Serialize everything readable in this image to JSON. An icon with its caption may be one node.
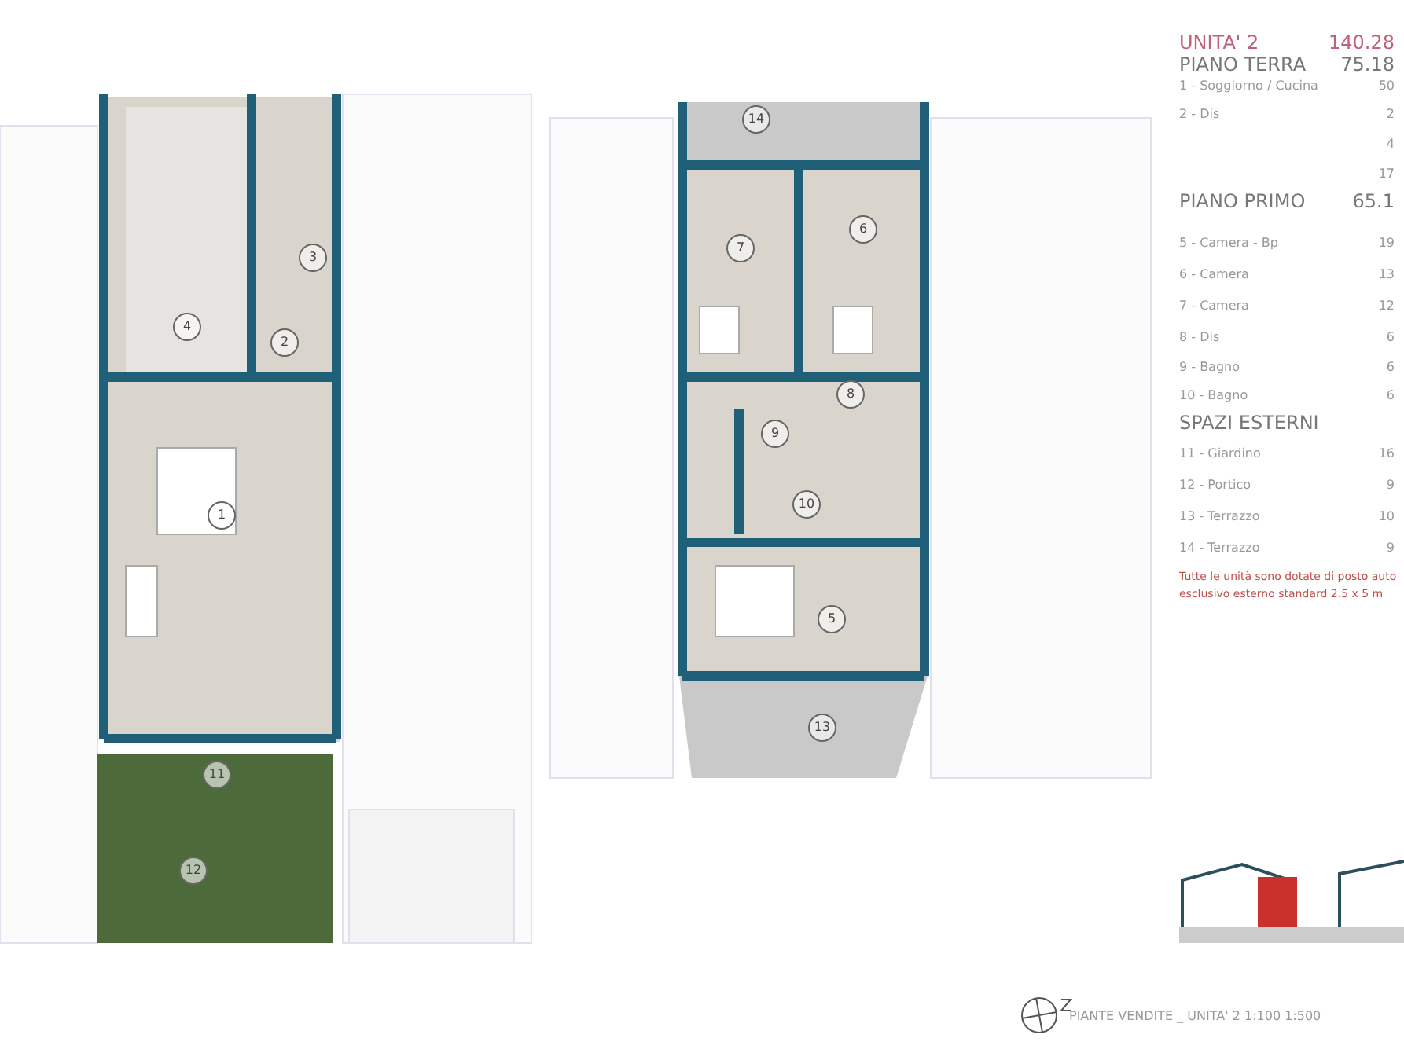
{
  "diagram": {
    "caption": "PIANTE VENDITE _ UNITA' 2 1:100 1:500",
    "labels": [
      "UNITA' 2",
      "140.28",
      "PIANO TERRA",
      "75.18",
      "1 - Soggiorno / Cucina",
      "50",
      "2 - Dis",
      "2",
      "4",
      "17",
      "PIANO PRIMO",
      "65.1",
      "5 - Camera - Bp",
      "19",
      "6 - Camera",
      "13",
      "7 - Camera",
      "12",
      "8 - Dis",
      "6",
      "9 - Bagno",
      "6",
      "10 - Bagno",
      "6",
      "SPAZI ESTERNI",
      "11 - Giardino",
      "16",
      "12 - Portico",
      "9",
      "13 - Terrazzo",
      "10",
      "14 - Terrazzo",
      "9",
      "Tutte le unità sono dotate di posto auto esclusivo esterno standard 2.5 x 5 m",
      "14",
      "7",
      "6",
      "3",
      "2",
      "4",
      "8",
      "9",
      "10",
      "1",
      "5",
      "11",
      "13",
      "12"
    ]
  }
}
